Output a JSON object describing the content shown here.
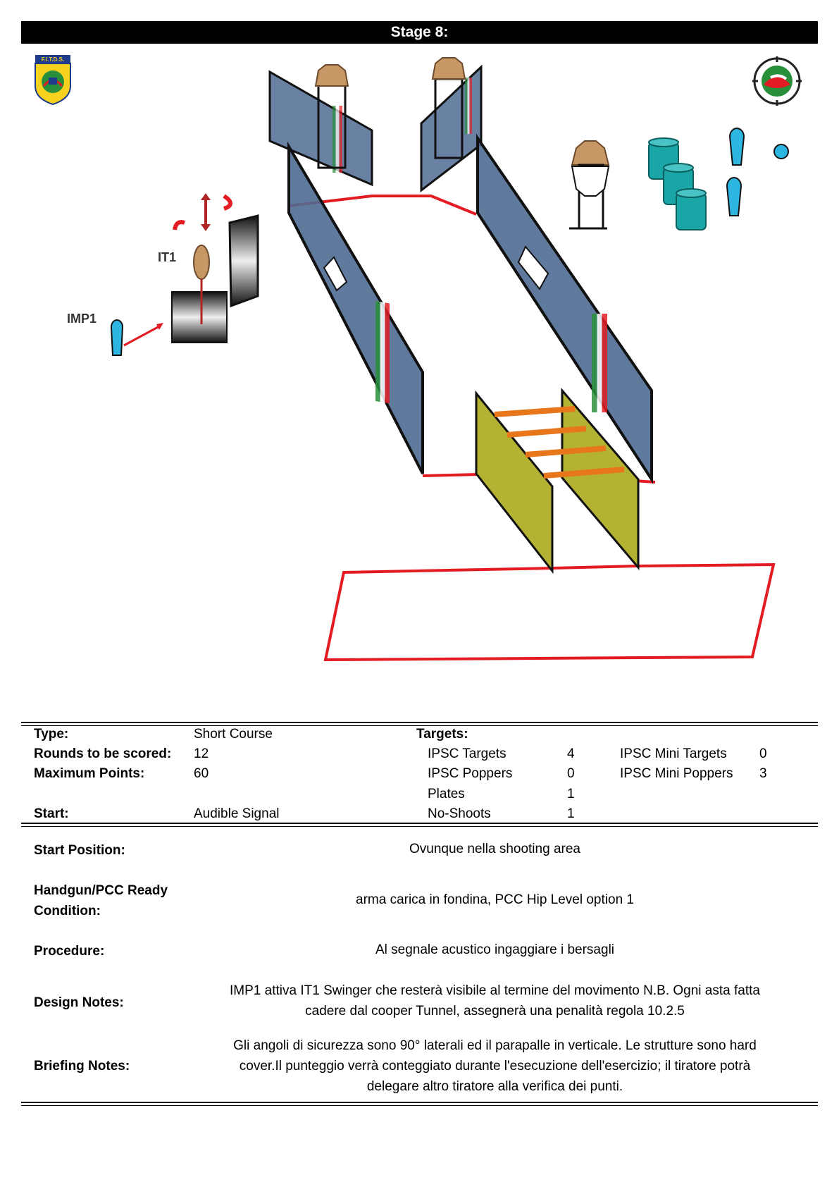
{
  "header": {
    "title": "Stage 8:"
  },
  "logos": {
    "left_text": "F.I.T.D.S."
  },
  "diagram_labels": {
    "swinger": "IT1",
    "activator": "IMP1"
  },
  "colors": {
    "wall": "#4f6b92",
    "tunnel": "#b3b232",
    "fault_line": "#e31b23",
    "barrel": "#1aa6a6",
    "popper": "#2eb6e3",
    "bar": "#e8761a"
  },
  "info": {
    "type_label": "Type:",
    "type_value": "Short Course",
    "rounds_label": "Rounds to be scored:",
    "rounds_value": "12",
    "points_label": "Maximum Points:",
    "points_value": "60",
    "start_label": "Start:",
    "start_value": "Audible Signal",
    "targets_label": "Targets:",
    "targets": [
      {
        "name": "IPSC Targets",
        "value": "4"
      },
      {
        "name": "IPSC Poppers",
        "value": "0"
      },
      {
        "name": "Plates",
        "value": "1"
      },
      {
        "name": "No-Shoots",
        "value": "1"
      }
    ],
    "mini": [
      {
        "name": "IPSC Mini Targets",
        "value": "0"
      },
      {
        "name": "IPSC Mini Poppers",
        "value": "3"
      }
    ]
  },
  "details": {
    "start_position_label": "Start Position:",
    "start_position": "Ovunque nella shooting area",
    "ready_label_1": "Handgun/PCC Ready",
    "ready_label_2": "Condition:",
    "ready": "arma carica in fondina, PCC Hip Level option 1",
    "procedure_label": "Procedure:",
    "procedure": "Al segnale acustico ingaggiare i bersagli",
    "design_label": "Design Notes:",
    "design_1": "IMP1 attiva IT1 Swinger che resterà visibile al termine del movimento N.B. Ogni asta fatta",
    "design_2": "cadere dal cooper Tunnel, assegnerà una penalità  regola 10.2.5",
    "briefing_label": "Briefing Notes:",
    "briefing_1": "Gli angoli di sicurezza sono 90° laterali ed il parapalle in verticale. Le strutture sono hard",
    "briefing_2": "cover.Il punteggio verrà conteggiato durante l'esecuzione dell'esercizio; il tiratore potrà",
    "briefing_3": "delegare altro tiratore alla verifica  dei punti."
  }
}
